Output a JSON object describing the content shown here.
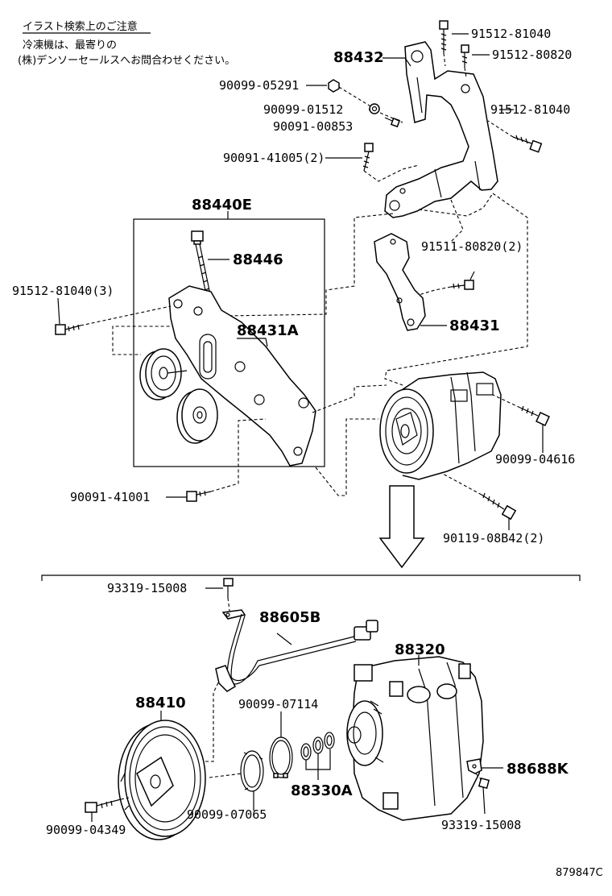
{
  "notice": {
    "heading": "イラスト検索上のご注意",
    "line1": "冷凍機は、最寄りの",
    "line2": "(株)デンソーセールスへお問合わせください。"
  },
  "labels": {
    "p88432": "88432",
    "p91512_81040_a": "91512-81040",
    "p91512_80820": "91512-80820",
    "p90099_05291": "90099-05291",
    "p90099_01512": "90099-01512",
    "p90091_00853": "90091-00853",
    "p91512_81040_b": "91512-81040",
    "p90091_41005": "90091-41005(2)",
    "p88440E": "88440E",
    "p88446": "88446",
    "p91511_80820": "91511-80820(2)",
    "p91512_81040_3": "91512-81040(3)",
    "p88431A": "88431A",
    "p88431": "88431",
    "p90099_04616": "90099-04616",
    "p90091_41001": "90091-41001",
    "p90119_08B42": "90119-08B42(2)",
    "p93319_15008_a": "93319-15008",
    "p88605B": "88605B",
    "p88320": "88320",
    "p88410": "88410",
    "p90099_07114": "90099-07114",
    "p88330A": "88330A",
    "p88688K": "88688K",
    "p90099_07065": "90099-07065",
    "p93319_15008_b": "93319-15008",
    "p90099_04349": "90099-04349",
    "ref": "879847C"
  }
}
